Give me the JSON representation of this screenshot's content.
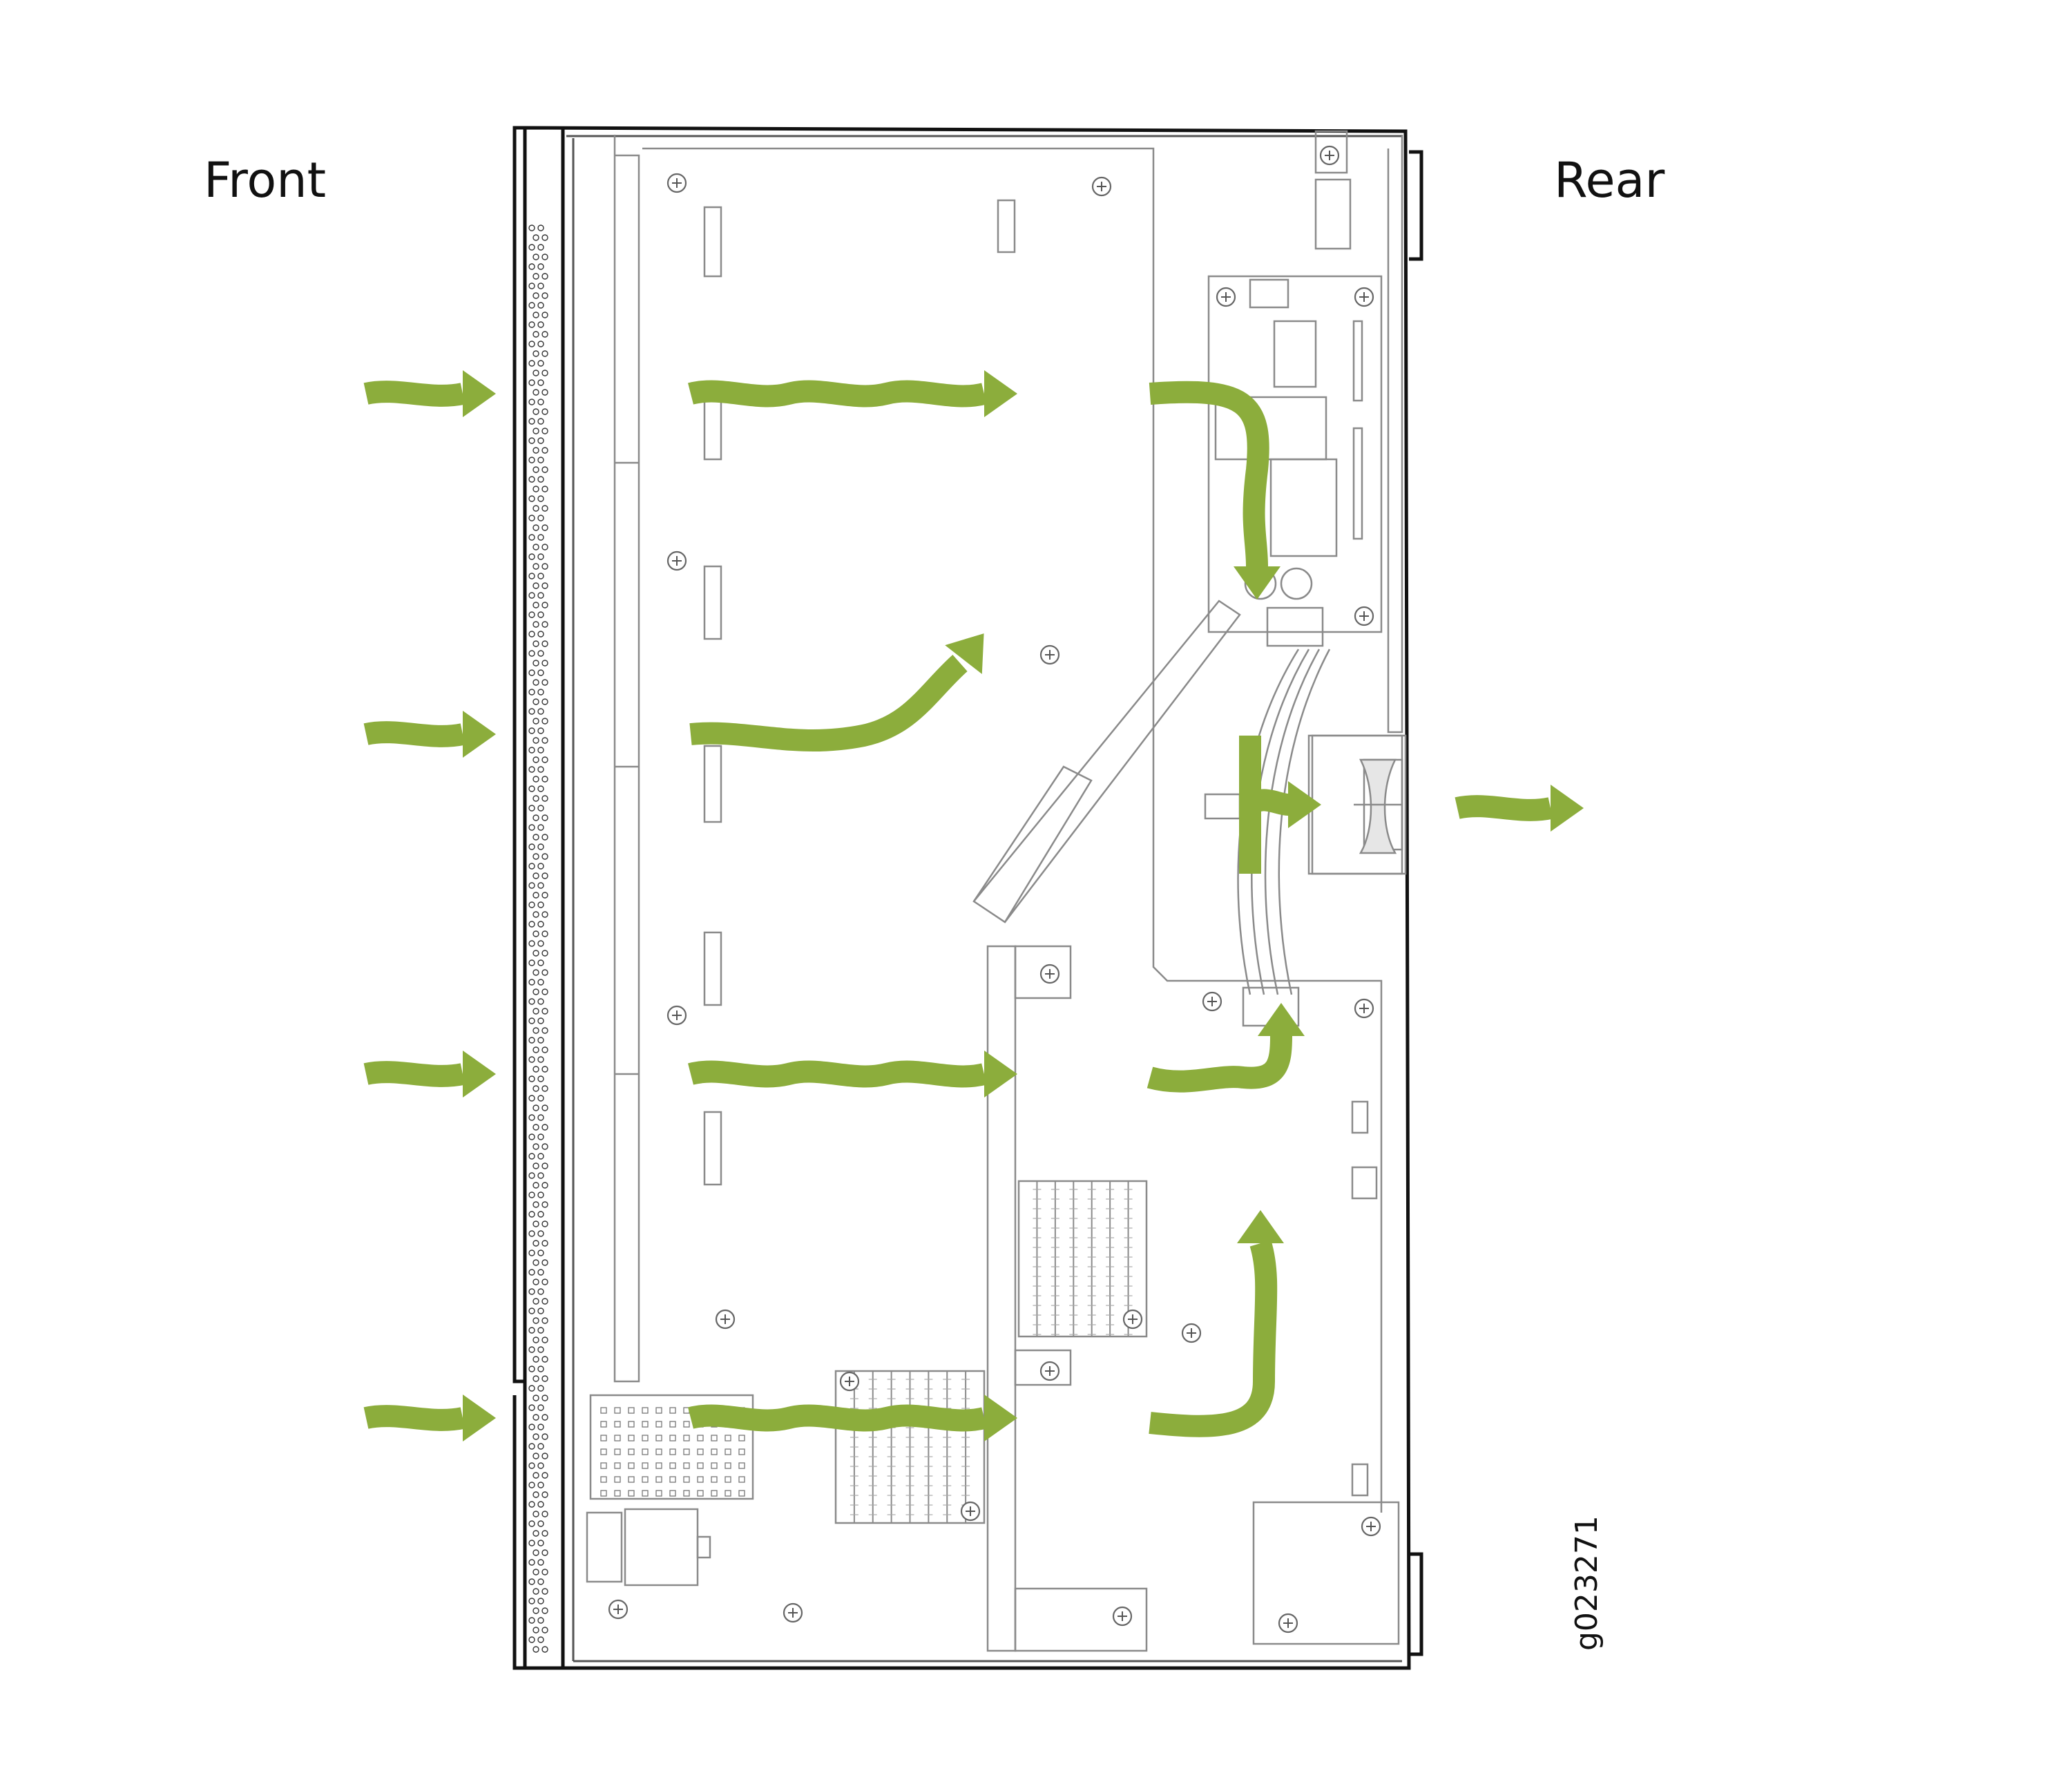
{
  "labels": {
    "front": "Front",
    "rear": "Rear",
    "figure_id": "g023271"
  },
  "colors": {
    "airflow_arrow": "#8cad3c",
    "outline": "#111111",
    "component_line": "#8a8a8a"
  },
  "icons": {
    "airflow_arrow": "wavy-arrow",
    "screw": "phillips-screw-icon",
    "fan": "fan-icon",
    "vent": "perforated-vent"
  }
}
